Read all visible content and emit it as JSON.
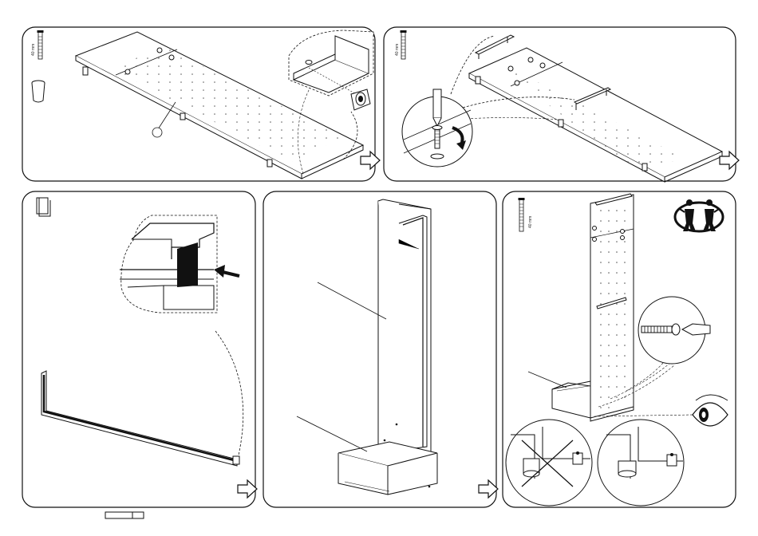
{
  "panels": [
    {
      "id": "panel-1",
      "screw_label": "40 mm"
    },
    {
      "id": "panel-2",
      "screw_label": "40 mm"
    },
    {
      "id": "panel-3"
    },
    {
      "id": "panel-4"
    },
    {
      "id": "panel-5",
      "screw_label": "40 mm"
    }
  ],
  "icons": {
    "next_step": "right-arrow-outline",
    "two_person": "two-person-lift",
    "inspect": "eye",
    "forbidden": "cross-mark"
  },
  "colors": {
    "line": "#111111",
    "background": "#ffffff",
    "fill_dark": "#111111"
  }
}
